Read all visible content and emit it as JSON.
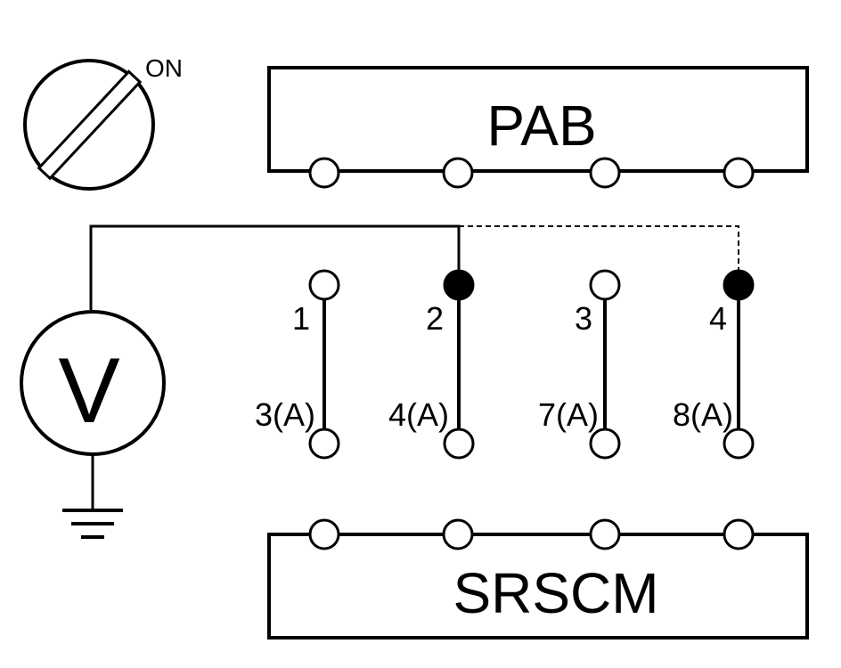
{
  "ignition_switch": {
    "state_label": "ON"
  },
  "pab": {
    "label": "PAB"
  },
  "srscm": {
    "label": "SRSCM"
  },
  "voltmeter": {
    "symbol": "V"
  },
  "harness_wires": [
    {
      "pab_pin": "1",
      "srscm_pin": "3(A)",
      "probed": false
    },
    {
      "pab_pin": "2",
      "srscm_pin": "4(A)",
      "probed": true
    },
    {
      "pab_pin": "3",
      "srscm_pin": "7(A)",
      "probed": false
    },
    {
      "pab_pin": "4",
      "srscm_pin": "8(A)",
      "probed": true
    }
  ],
  "colors": {
    "line": "#000000",
    "background": "#ffffff"
  }
}
